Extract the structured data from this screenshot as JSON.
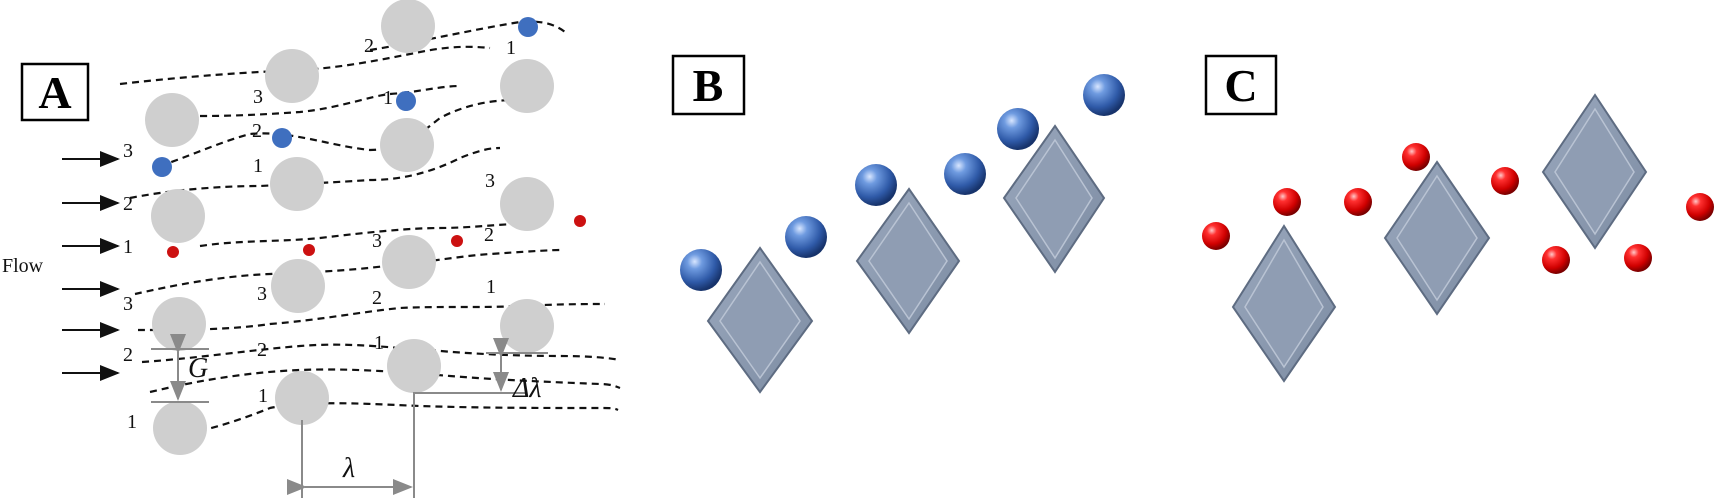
{
  "panels": {
    "a": {
      "label": "A"
    },
    "b": {
      "label": "B"
    },
    "c": {
      "label": "C"
    }
  },
  "flow_label": "Flow",
  "symbols": {
    "gap": "G",
    "period": "λ",
    "shift": "Δλ"
  },
  "streamline_numbers": {
    "arrow_rows": [
      "3",
      "2",
      "1",
      "3",
      "2"
    ],
    "n01": "2",
    "n02": "1",
    "n03": "3",
    "n04": "1",
    "n05": "2",
    "n06": "1",
    "n07": "3",
    "n08": "3",
    "n09": "2",
    "n10": "3",
    "n11": "2",
    "n12": "1",
    "n13": "2",
    "n14": "1",
    "n15": "1",
    "n16": "1"
  },
  "colors": {
    "post": "#cfcfcf",
    "large_particle": "#3f6fbf",
    "small_particle": "#cc1111",
    "diamond_post": "#8a99b0"
  }
}
